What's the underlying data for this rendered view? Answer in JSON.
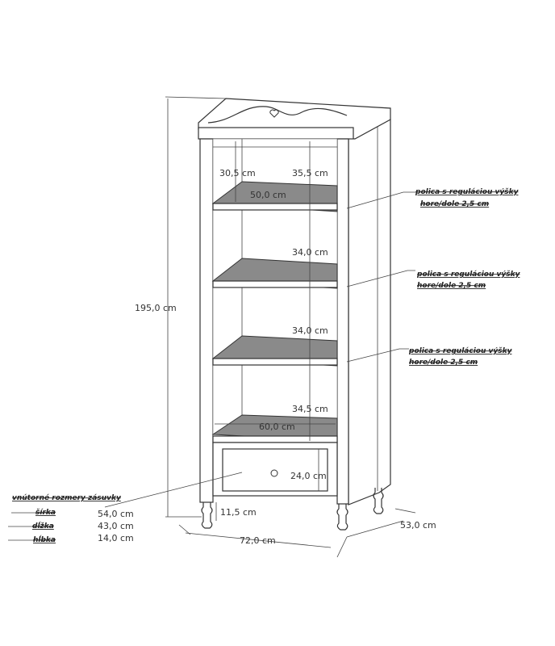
{
  "dimensions": {
    "total_height": "195,0 cm",
    "top_gap_left": "30,5 cm",
    "top_gap": "35,5 cm",
    "inner_depth": "50,0 cm",
    "gap2": "34,0 cm",
    "gap3": "34,0 cm",
    "gap4": "34,5 cm",
    "inner_width": "60,0 cm",
    "drawer_height": "24,0 cm",
    "leg_height": "11,5 cm",
    "width": "72,0 cm",
    "depth": "53,0 cm"
  },
  "shelf_notes": [
    {
      "line1": "polica s reguláciou výšky",
      "line2": "hore/dole 2,5 cm"
    },
    {
      "line1": "polica s reguláciou výšky",
      "line2": "hore/dole 2,5 cm"
    },
    {
      "line1": "polica s reguláciou výšky",
      "line2": "hore/dole 2,5 cm"
    }
  ],
  "drawer_specs": {
    "title": "vnútorné rozmery zásuvky",
    "rows": [
      {
        "label": "šírka",
        "value": "54,0 cm"
      },
      {
        "label": "dĺžka",
        "value": "43,0 cm"
      },
      {
        "label": "hĺbka",
        "value": "14,0 cm"
      }
    ]
  }
}
